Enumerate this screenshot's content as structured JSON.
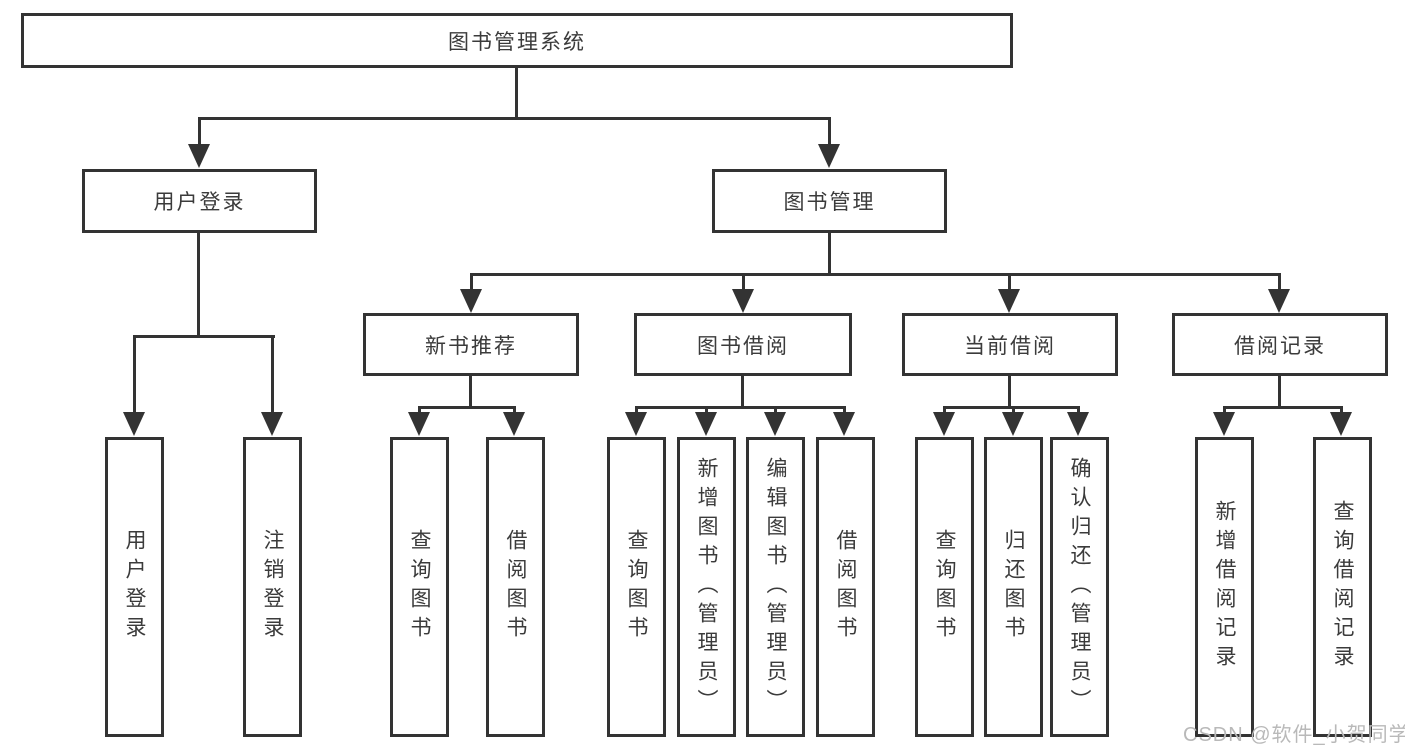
{
  "tree": {
    "label": "图书管理系统",
    "children": [
      {
        "label": "用户登录",
        "children": [
          {
            "label": "用户登录"
          },
          {
            "label": "注销登录"
          }
        ]
      },
      {
        "label": "图书管理",
        "children": [
          {
            "label": "新书推荐",
            "children": [
              {
                "label": "查询图书"
              },
              {
                "label": "借阅图书"
              }
            ]
          },
          {
            "label": "图书借阅",
            "children": [
              {
                "label": "查询图书"
              },
              {
                "label": "新增图书（管理员）"
              },
              {
                "label": "编辑图书（管理员）"
              },
              {
                "label": "借阅图书"
              }
            ]
          },
          {
            "label": "当前借阅",
            "children": [
              {
                "label": "查询图书"
              },
              {
                "label": "归还图书"
              },
              {
                "label": "确认归还（管理员）"
              }
            ]
          },
          {
            "label": "借阅记录",
            "children": [
              {
                "label": "新增借阅记录"
              },
              {
                "label": "查询借阅记录"
              }
            ]
          }
        ]
      }
    ]
  },
  "watermark": {
    "text": "CSDN @软件_小贺同学"
  },
  "colors": {
    "line": "#333333",
    "box_border": "#333333",
    "box_fill": "#ffffff",
    "text": "#3b3b3b",
    "watermark": "#b9b9b9",
    "background": "#ffffff"
  }
}
